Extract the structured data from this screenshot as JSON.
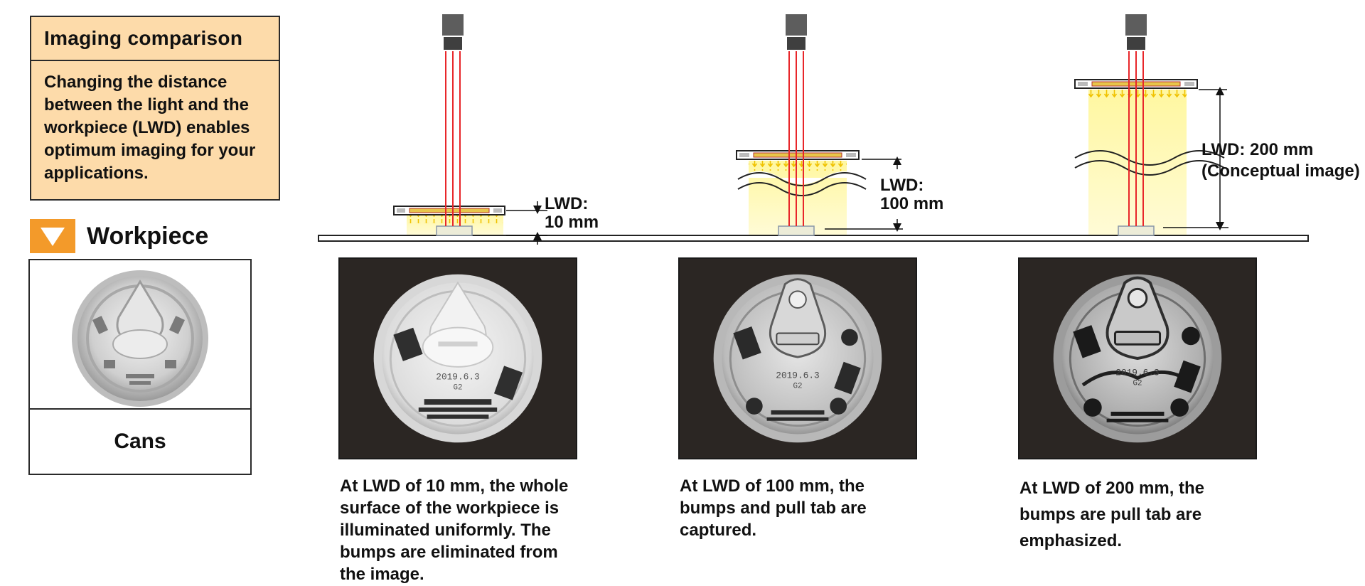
{
  "info_box": {
    "title": "Imaging comparison",
    "body": "Changing the distance between the light and the workpiece (LWD) enables optimum imaging for your applications."
  },
  "workpiece": {
    "heading": "Workpiece",
    "name": "Cans",
    "icon": "down-triangle-icon"
  },
  "setups": [
    {
      "lwd_line1": "LWD:",
      "lwd_line2": "10 mm",
      "date_text": "2019.6.3",
      "code_text": "G2",
      "caption": "At LWD of 10 mm, the whole surface of the workpiece is illuminated uniformly. The bumps are eliminated from the image."
    },
    {
      "lwd_line1": "LWD:",
      "lwd_line2": "100 mm",
      "date_text": "2019.6.3",
      "code_text": "G2",
      "caption": "At LWD of 100 mm, the bumps and pull tab are captured."
    },
    {
      "lwd_line1": "LWD: 200 mm",
      "lwd_line2": "(Conceptual image)",
      "date_text": "2019.6.3",
      "code_text": "G2",
      "caption": "At LWD of 200 mm, the bumps are pull tab are emphasized."
    }
  ],
  "colors": {
    "info_bg": "#fddbaa",
    "accent_orange": "#f39a2a",
    "light_beam": "#fff6a8",
    "camera_ray": "#e8262a",
    "photo_bg": "#2b2623"
  }
}
